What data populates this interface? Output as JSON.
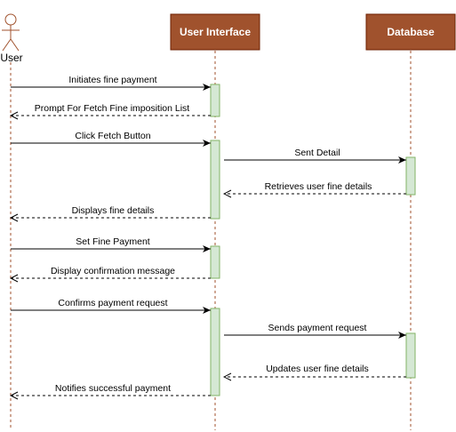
{
  "colors": {
    "participant_fill": "#A0522D",
    "participant_border": "#6D1F00",
    "activation_fill": "#D5E8D4",
    "activation_border": "#82B366",
    "lifeline": "#A0522D",
    "actor_stroke": "#A0522D",
    "arrow": "#000000"
  },
  "participants": {
    "user": {
      "label": "User"
    },
    "ui": {
      "label": "User Interface"
    },
    "db": {
      "label": "Database"
    }
  },
  "messages": [
    {
      "label": "Initiates fine payment",
      "from": "user",
      "to": "ui",
      "style": "solid"
    },
    {
      "label": "Prompt For Fetch Fine imposition List",
      "from": "ui",
      "to": "user",
      "style": "dashed"
    },
    {
      "label": "Click Fetch Button",
      "from": "user",
      "to": "ui",
      "style": "solid"
    },
    {
      "label": "Sent Detail",
      "from": "ui",
      "to": "db",
      "style": "solid"
    },
    {
      "label": "Retrieves user fine details",
      "from": "db",
      "to": "ui",
      "style": "dashed"
    },
    {
      "label": "Displays fine details",
      "from": "ui",
      "to": "user",
      "style": "dashed"
    },
    {
      "label": "Set Fine Payment",
      "from": "user",
      "to": "ui",
      "style": "solid"
    },
    {
      "label": "Display confirmation message",
      "from": "ui",
      "to": "user",
      "style": "dashed"
    },
    {
      "label": "Confirms payment request",
      "from": "user",
      "to": "ui",
      "style": "solid"
    },
    {
      "label": "Sends payment request",
      "from": "ui",
      "to": "db",
      "style": "solid"
    },
    {
      "label": "Updates user fine details",
      "from": "db",
      "to": "ui",
      "style": "dashed"
    },
    {
      "label": "Notifies successful payment",
      "from": "ui",
      "to": "user",
      "style": "dashed"
    }
  ]
}
